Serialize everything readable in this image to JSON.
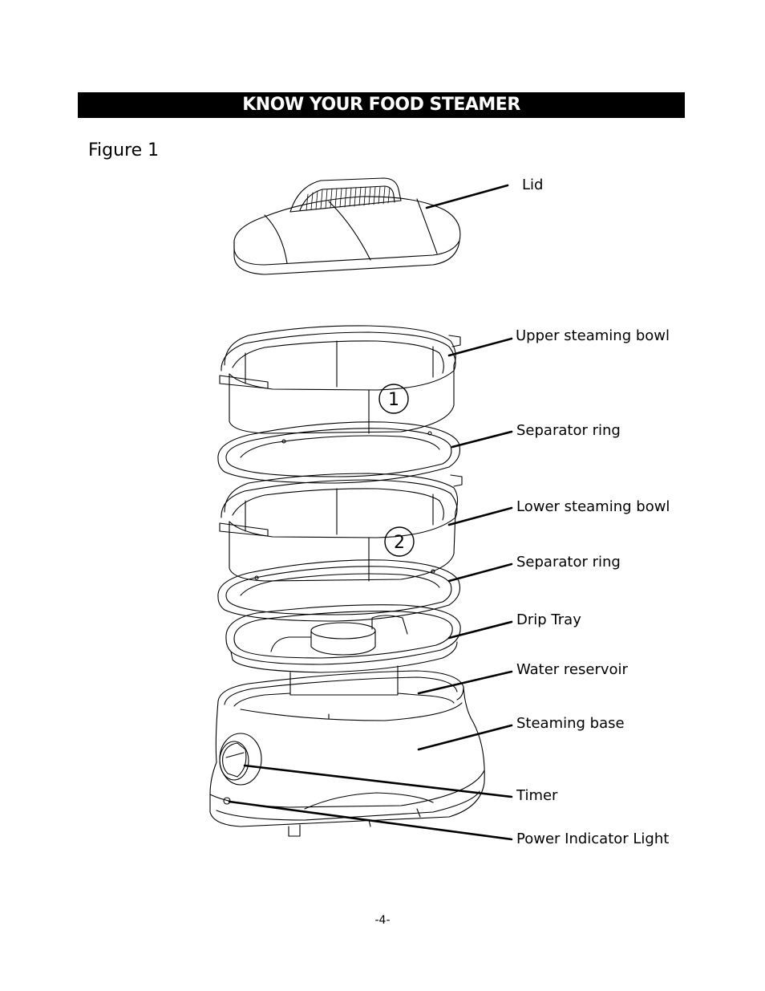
{
  "header": {
    "title": "KNOW YOUR FOOD STEAMER"
  },
  "figure": {
    "caption": "Figure 1",
    "callouts": {
      "bowl_1": "1",
      "bowl_2": "2"
    },
    "labels": {
      "lid": "Lid",
      "upper_bowl": "Upper steaming bowl",
      "separator_ring_1": "Separator ring",
      "lower_bowl": "Lower steaming bowl",
      "separator_ring_2": "Separator ring",
      "drip_tray": "Drip Tray",
      "water_reservoir": "Water reservoir",
      "steaming_base": "Steaming base",
      "timer": "Timer",
      "power_light": "Power Indicator Light"
    }
  },
  "footer": {
    "page_number": "-4-"
  }
}
